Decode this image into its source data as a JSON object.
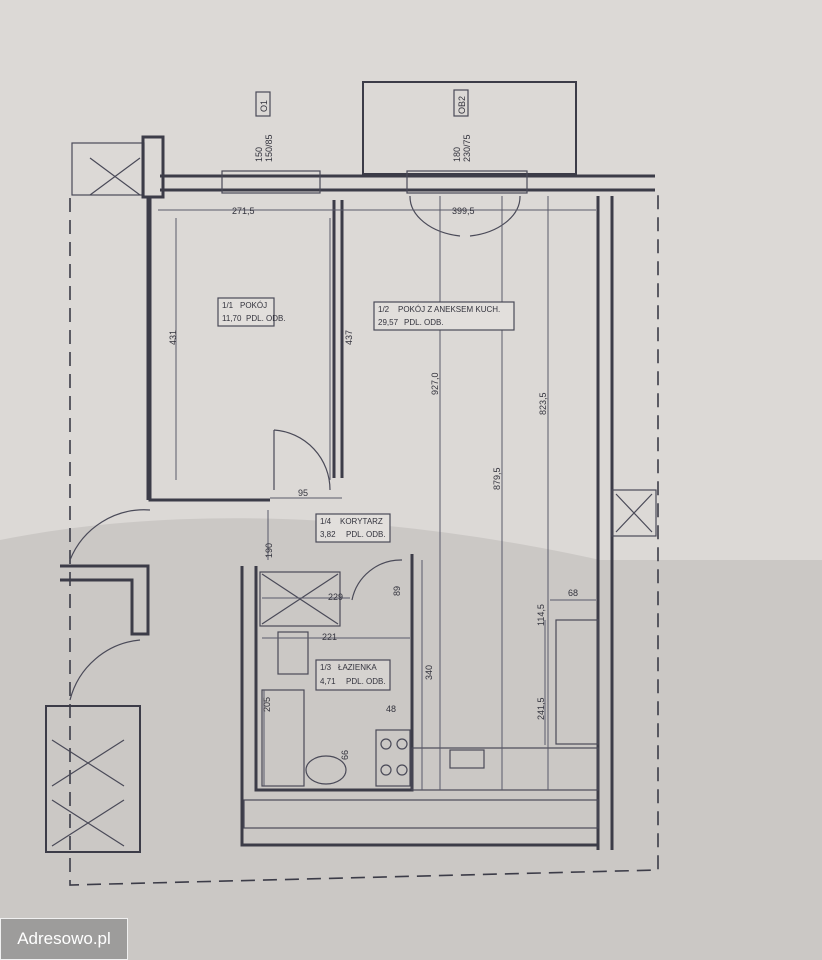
{
  "watermark": {
    "text": "Adresowo.pl"
  },
  "windows": [
    {
      "id": "O1",
      "sill": "150",
      "size": "150/85"
    },
    {
      "id": "OB2",
      "sill": "180",
      "size": "230/75"
    }
  ],
  "rooms": [
    {
      "code": "1/1",
      "name": "POKÓJ",
      "area": "11,70",
      "floor": "PDL. ODB."
    },
    {
      "code": "1/2",
      "name": "POKÓJ Z ANEKSEM KUCH.",
      "area": "29,57",
      "floor": "PDL. ODB."
    },
    {
      "code": "1/4",
      "name": "KORYTARZ",
      "area": "3,82",
      "floor": "PDL. ODB."
    },
    {
      "code": "1/3",
      "name": "ŁAZIENKA",
      "area": "4,71",
      "floor": "PDL. ODB."
    }
  ],
  "dimensions": {
    "width_room1": "271,5",
    "width_room2": "399,5",
    "height_room1": "431",
    "height_partition": "437",
    "height_927": "927,0",
    "height_879": "879,5",
    "height_823": "823,5",
    "corridor_width": "95",
    "corridor_depth": "190",
    "bath_w1": "229",
    "bath_w2": "221",
    "bath_door": "89",
    "bath_h": "340",
    "bath_side": "205",
    "stove_w": "48",
    "sink_h": "66",
    "kitchen_gap": "68",
    "kitchen_depth": "114,5",
    "kitchen_h": "241,5"
  }
}
